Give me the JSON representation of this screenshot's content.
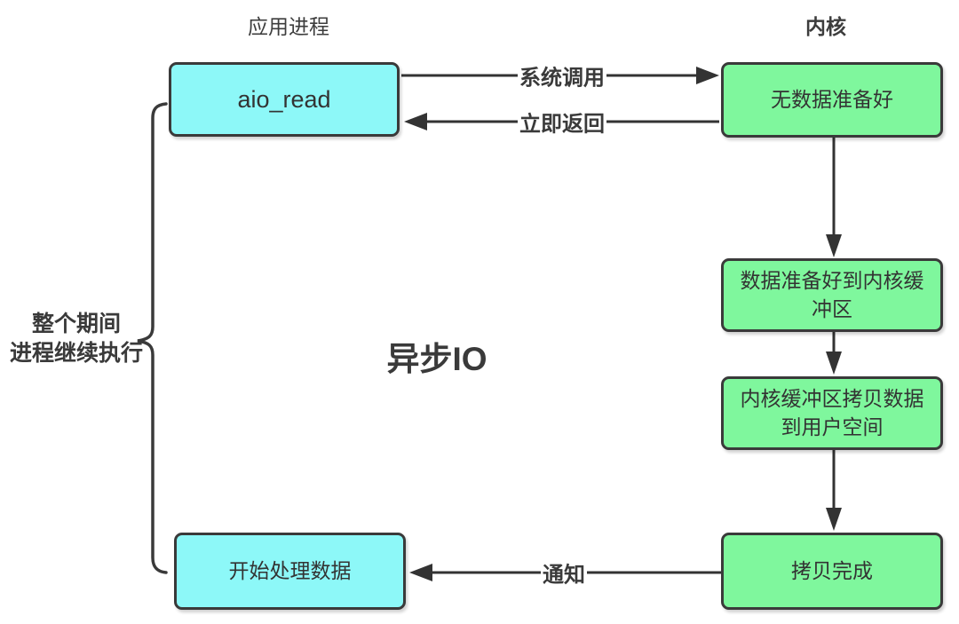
{
  "diagram": {
    "title": "异步IO",
    "column_headers": {
      "application": "应用进程",
      "kernel": "内核"
    },
    "brace_note": {
      "line1": "整个期间",
      "line2": "进程继续执行"
    },
    "nodes": {
      "aio_read": {
        "label": "aio_read"
      },
      "no_data_ready": {
        "label": "无数据准备好"
      },
      "data_ready_to_kernel_buffer": {
        "label": "数据准备好到内核缓冲区"
      },
      "kernel_buffer_copy_to_user": {
        "label": "内核缓冲区拷贝数据到用户空间"
      },
      "copy_done": {
        "label": "拷贝完成"
      },
      "start_processing_data": {
        "label": "开始处理数据"
      }
    },
    "edges": {
      "system_call": "系统调用",
      "immediate_return": "立即返回",
      "notify": "通知"
    },
    "colors": {
      "app_box_fill": "#8df8f8",
      "kernel_box_fill": "#7ff79d",
      "stroke": "#3a3a3a",
      "text": "#333333"
    }
  }
}
